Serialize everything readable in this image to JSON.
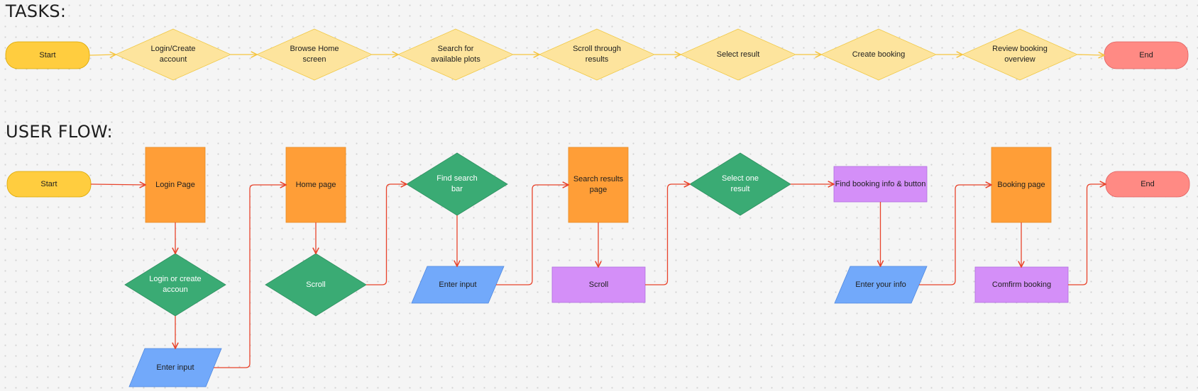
{
  "tasks": {
    "heading": "TASKS:",
    "nodes": [
      {
        "id": "t0",
        "shape": "pill",
        "label": "Start",
        "fill": "#ffcd3f"
      },
      {
        "id": "t1",
        "shape": "diamond",
        "label": "Login/Create\naccount",
        "fill": "#fde49d"
      },
      {
        "id": "t2",
        "shape": "diamond",
        "label": "Browse Home\nscreen",
        "fill": "#fde49d"
      },
      {
        "id": "t3",
        "shape": "diamond",
        "label": "Search for\navailable plots",
        "fill": "#fde49d"
      },
      {
        "id": "t4",
        "shape": "diamond",
        "label": "Scroll through\nresults",
        "fill": "#fde49d"
      },
      {
        "id": "t5",
        "shape": "diamond",
        "label": "Select result",
        "fill": "#fde49d"
      },
      {
        "id": "t6",
        "shape": "diamond",
        "label": "Create booking",
        "fill": "#fde49d"
      },
      {
        "id": "t7",
        "shape": "diamond",
        "label": "Review booking\noverview",
        "fill": "#fde49d"
      },
      {
        "id": "t8",
        "shape": "pill",
        "label": "End",
        "fill": "#ff8a84"
      }
    ]
  },
  "user_flow": {
    "heading": "USER FLOW:",
    "nodes": [
      {
        "id": "u0",
        "shape": "pill",
        "label": "Start",
        "fill": "#ffcd3f"
      },
      {
        "id": "u1",
        "shape": "rect",
        "label": "Login Page",
        "fill": "#ff9e37"
      },
      {
        "id": "u2",
        "shape": "diamond",
        "label": "Login or create\naccoun",
        "fill": "#3aab74",
        "text": "#ffffff"
      },
      {
        "id": "u3",
        "shape": "parallelogram",
        "label": "Enter input",
        "fill": "#72a9fa"
      },
      {
        "id": "u4",
        "shape": "rect",
        "label": "Home page",
        "fill": "#ff9e37"
      },
      {
        "id": "u5",
        "shape": "diamond",
        "label": "Scroll",
        "fill": "#3aab74",
        "text": "#ffffff"
      },
      {
        "id": "u6",
        "shape": "diamond",
        "label": "Find search\nbar",
        "fill": "#3aab74",
        "text": "#ffffff"
      },
      {
        "id": "u7",
        "shape": "parallelogram",
        "label": "Enter input",
        "fill": "#72a9fa"
      },
      {
        "id": "u8",
        "shape": "rect",
        "label": "Search results\npage",
        "fill": "#ff9e37"
      },
      {
        "id": "u9",
        "shape": "rect",
        "label": "Scroll",
        "fill": "#d48ff8"
      },
      {
        "id": "u10",
        "shape": "diamond",
        "label": "Select one\nresult",
        "fill": "#3aab74",
        "text": "#ffffff"
      },
      {
        "id": "u11",
        "shape": "rect",
        "label": "Find booking info & button",
        "fill": "#d48ff8"
      },
      {
        "id": "u12",
        "shape": "parallelogram",
        "label": "Enter your info",
        "fill": "#72a9fa"
      },
      {
        "id": "u13",
        "shape": "rect",
        "label": "Booking page",
        "fill": "#ff9e37"
      },
      {
        "id": "u14",
        "shape": "rect",
        "label": "Comfirm booking",
        "fill": "#d48ff8"
      },
      {
        "id": "u15",
        "shape": "pill",
        "label": "End",
        "fill": "#ff8a84"
      }
    ]
  },
  "colors": {
    "task_arrow": "#f5c542",
    "flow_arrow": "#e8432b",
    "outline": "#d9a600"
  }
}
